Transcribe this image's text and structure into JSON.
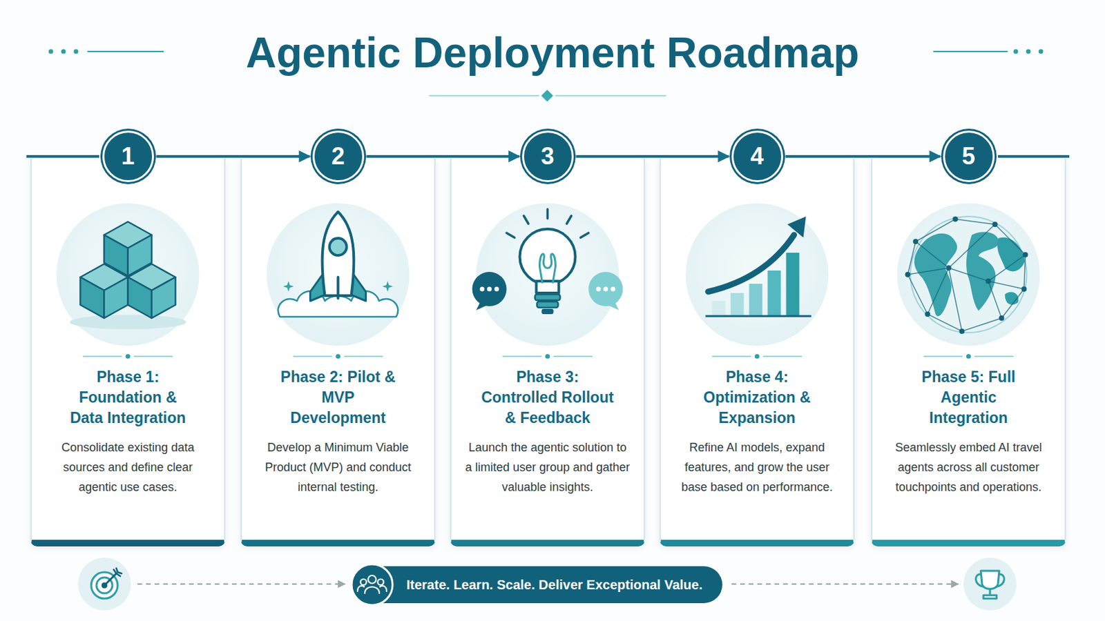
{
  "diagram": {
    "title": "Agentic Deployment Roadmap",
    "nodes": [
      {
        "text": [
          "1"
        ]
      },
      {
        "text": [
          "Phase 1: Foundation & Data Integration",
          "Consolidate existing data sources and define clear agentic use cases."
        ]
      },
      {
        "text": [
          "2"
        ]
      },
      {
        "text": [
          "Phase 2: Pilot & MVP Development",
          "Develop a Minimum Viable Product (MVP) and conduct internal testing."
        ]
      },
      {
        "text": [
          "3"
        ]
      },
      {
        "text": [
          "Phase 3: Controlled Rollout & Feedback",
          "Launch the agentic solution to a limited user group and gather valuable insights."
        ]
      },
      {
        "text": [
          "4"
        ]
      },
      {
        "text": [
          "Phase 4: Optimization & Expansion",
          "Refine AI models, expand features, and grow the user base based on performance."
        ]
      },
      {
        "text": [
          "5"
        ]
      },
      {
        "text": [
          "Phase 5: Full Agentic Integration",
          "Seamlessly embed AI travel agents across all customer touchpoints and operations."
        ]
      },
      {
        "text": [
          "Iterate. Learn. Scale. Deliver Exceptional Value."
        ]
      }
    ],
    "edges": [
      {
        "from": 0,
        "to": 2,
        "arrow": "to"
      },
      {
        "from": 2,
        "to": 4,
        "arrow": "to"
      },
      {
        "from": 4,
        "to": 6,
        "arrow": "to"
      },
      {
        "from": 6,
        "to": 8,
        "arrow": "to"
      }
    ]
  }
}
